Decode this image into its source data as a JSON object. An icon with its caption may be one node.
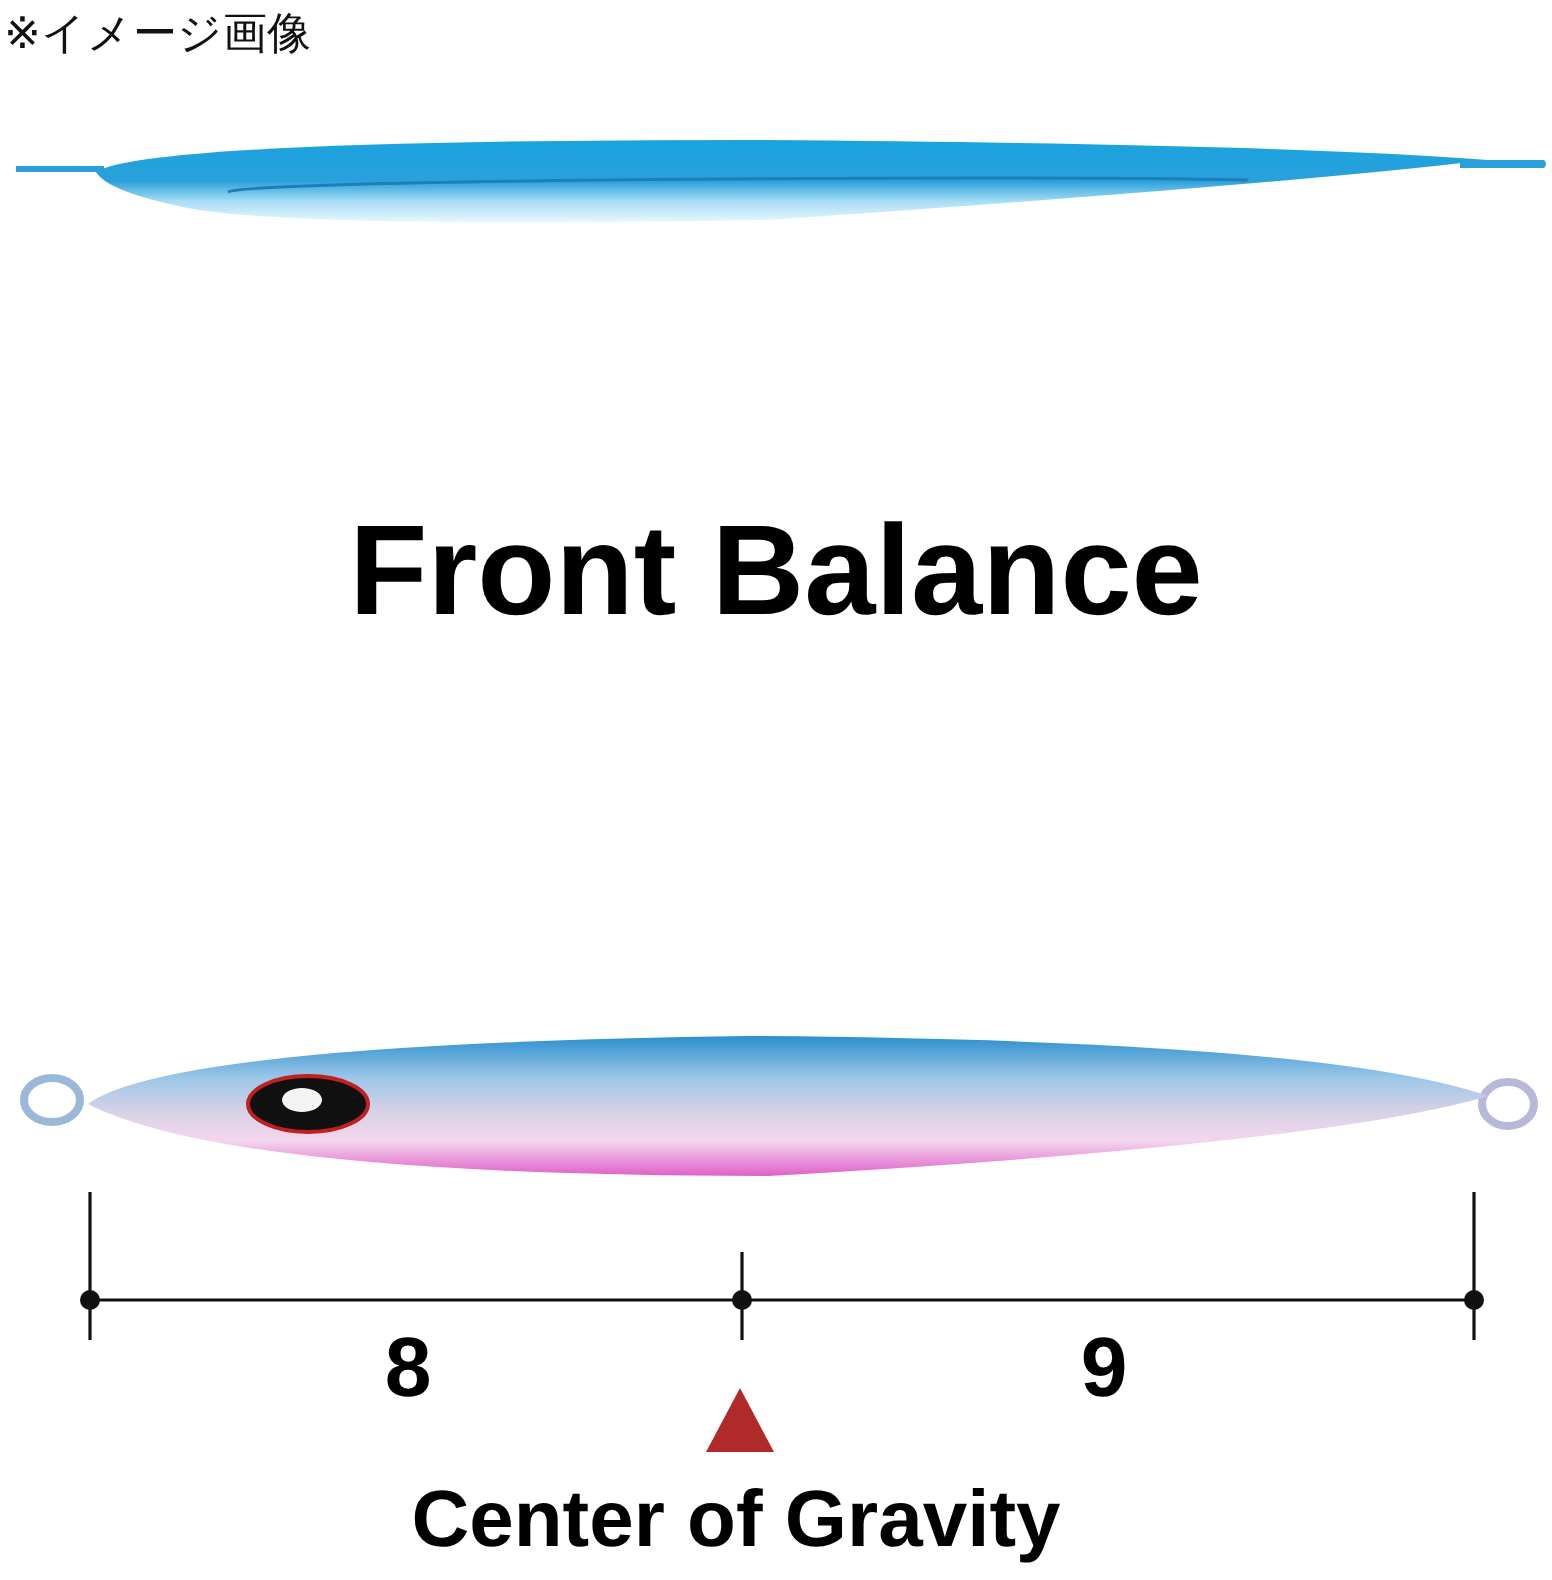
{
  "diagram": {
    "title": "Front Balance",
    "labels": [
      "※イメージ画像",
      "8",
      "9",
      "Center of Gravity"
    ]
  }
}
